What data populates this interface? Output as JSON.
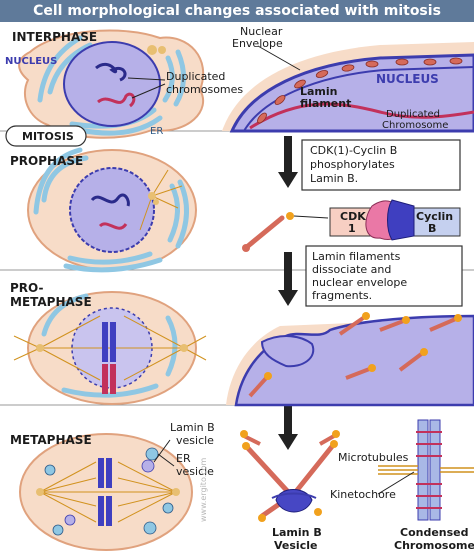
{
  "title": "Cell morphological changes associated with mitosis",
  "phases": {
    "interphase": "INTERPHASE",
    "mitosis": "MITOSIS",
    "prophase": "PROPHASE",
    "prometaphase_1": "PRO-",
    "prometaphase_2": "METAPHASE",
    "metaphase": "METAPHASE"
  },
  "labels": {
    "nucleus_small": "NUCLEUS",
    "duplicated_1": "Duplicated",
    "duplicated_2": "chromosomes",
    "er": "ER",
    "nuclear_envelope_1": "Nuclear",
    "nuclear_envelope_2": "Envelope",
    "nucleus_large": "NUCLEUS",
    "lamin_filament_1": "Lamin",
    "lamin_filament_2": "filament",
    "duplicated_chromosome_1": "Duplicated",
    "duplicated_chromosome_2": "Chromosome",
    "cdk_line1": "CDK(1)-Cyclin B",
    "cdk_line2": "phosphorylates",
    "cdk_line3": "Lamin B.",
    "cdk_1": "CDK",
    "cdk_2": "1",
    "cyclin_1": "Cyclin",
    "cyclin_2": "B",
    "dissociate_1": "Lamin filaments",
    "dissociate_2": "dissociate and",
    "dissociate_3": "nuclear envelope",
    "dissociate_4": "fragments.",
    "lamin_b_vesicle_1": "Lamin B",
    "lamin_b_vesicle_2": "vesicle",
    "er_vesicle_1": "ER",
    "er_vesicle_2": "vesicle",
    "microtubules": "Microtubules",
    "kinetochore": "Kinetochore",
    "lamin_b_bottom_1": "Lamin B",
    "lamin_b_bottom_2": "Vesicle",
    "condensed_1": "Condensed",
    "condensed_2": "Chromosome",
    "watermark": "www.ergito.com"
  },
  "colors": {
    "title_bg": "#5f7a9a",
    "cell_fill": "#f7dcc8",
    "cell_stroke": "#e0a27e",
    "er": "#8fc7e3",
    "nucleus_fill": "#b6b0e8",
    "nucleus_stroke": "#3c3cae",
    "lamin": "#d56a5a",
    "phosphate": "#f1a11d",
    "cdk": "#ea78a6",
    "cyclin": "#3f3fc0",
    "spindle": "#d1921e"
  }
}
